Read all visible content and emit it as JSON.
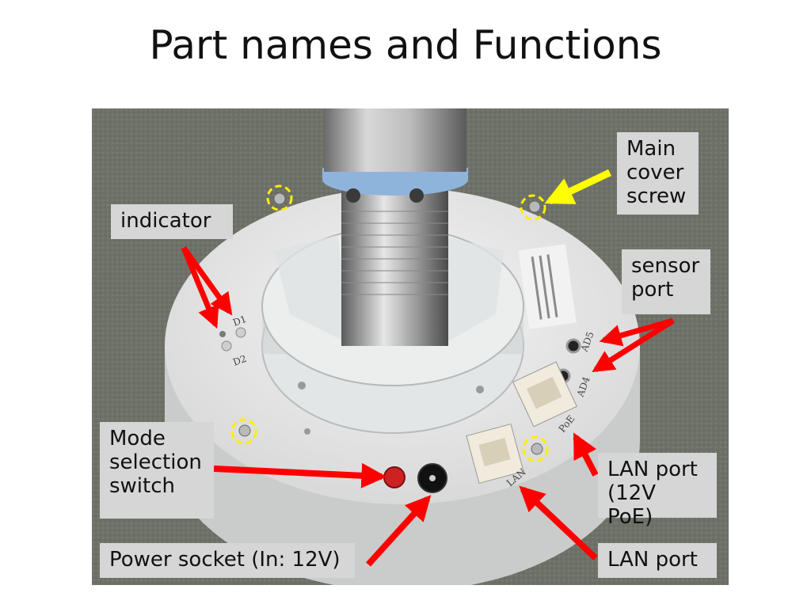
{
  "slide": {
    "title": "Part names and Functions"
  },
  "labels": {
    "indicator": "indicator",
    "main_cover_screw": "Main\ncover\nscrew",
    "sensor_port": "sensor\nport",
    "mode_selection_switch": "Mode\nselection\nswitch",
    "lan_port_poe": "LAN port\n(12V PoE)",
    "power_socket": "Power socket (In: 12V)",
    "lan_port": "LAN port"
  },
  "device_markings": {
    "d1": "D1",
    "d2": "D2",
    "ad5": "AD5",
    "ad4": "AD4",
    "poe": "PoE",
    "lan": "LAN"
  },
  "colors": {
    "arrow_red": "#ff0000",
    "arrow_yellow": "#ffff00",
    "highlight_circle": "#ffee00",
    "label_bg": "#d6d6d6"
  }
}
